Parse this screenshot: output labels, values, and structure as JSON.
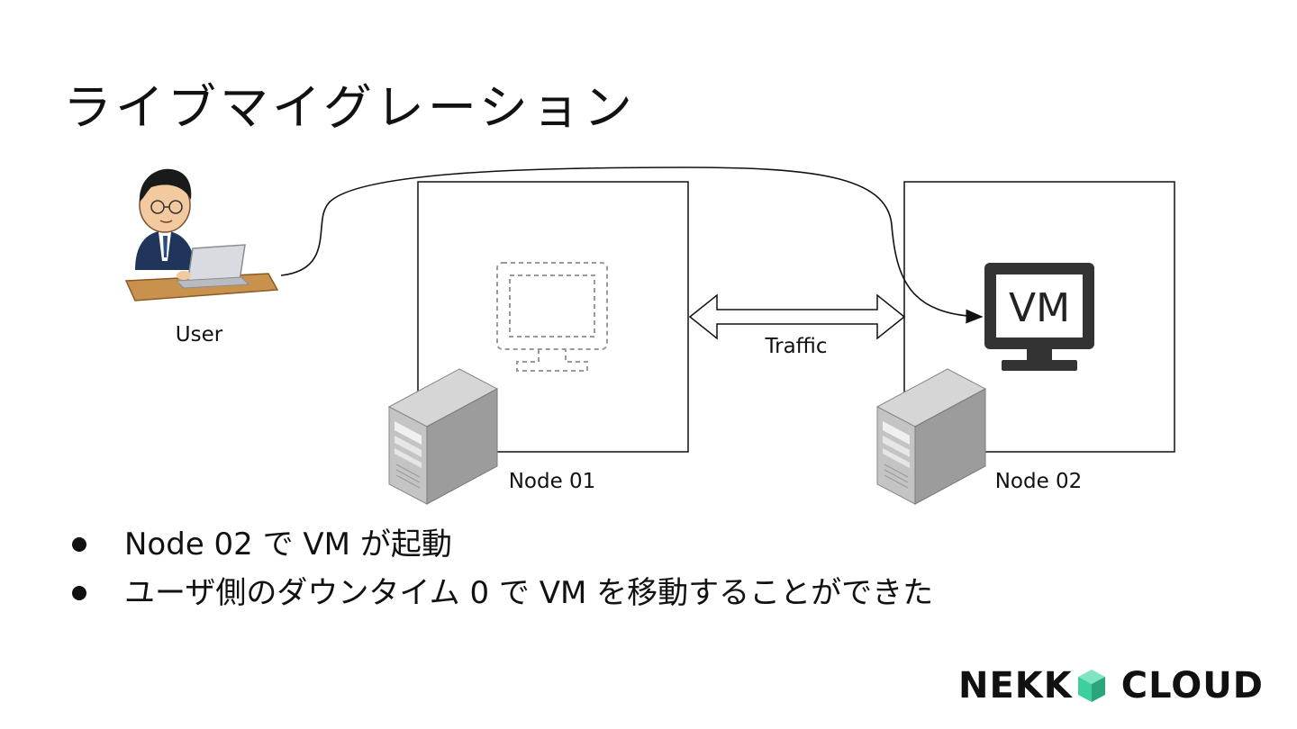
{
  "slide": {
    "title": "ライブマイグレーション"
  },
  "diagram": {
    "user_label": "User",
    "node1_label": "Node 01",
    "node2_label": "Node 02",
    "traffic_label": "Traffic",
    "vm_label": "VM"
  },
  "bullets": [
    "Node 02 で VM が起動",
    "ユーザ側のダウンタイム 0 で VM を移動することができた"
  ],
  "logo": {
    "part1": "NEKK",
    "part2": "CLOUD",
    "accent_color": "#3ecf9e"
  }
}
